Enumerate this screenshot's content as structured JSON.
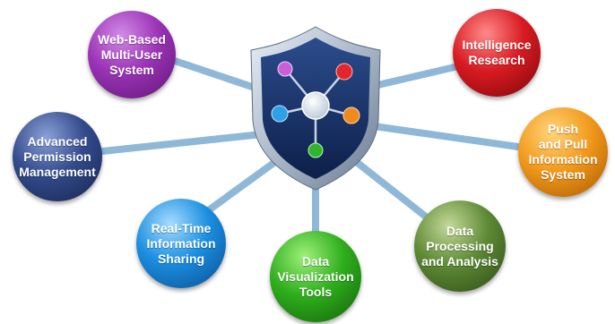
{
  "hub": {
    "icon": "network-shield-icon",
    "node_colors": [
      "#c85fd6",
      "#e3262c",
      "#2ea0e8",
      "#f08a1e",
      "#2fb52c",
      "#ffffff"
    ]
  },
  "nodes": [
    {
      "id": "web-based-multi-user-system",
      "label": "Web-Based\nMulti-User\nSystem",
      "color": "#9b33b6"
    },
    {
      "id": "intelligence-research",
      "label": "Intelligence\nResearch",
      "color": "#d91b22"
    },
    {
      "id": "advanced-permission-management",
      "label": "Advanced\nPermission\nManagement",
      "color": "#334b8c"
    },
    {
      "id": "push-and-pull-information-system",
      "label": "Push\nand Pull\nInformation\nSystem",
      "color": "#f29a1c"
    },
    {
      "id": "real-time-information-sharing",
      "label": "Real-Time\nInformation\nSharing",
      "color": "#1b8fe0"
    },
    {
      "id": "data-visualization-tools",
      "label": "Data\nVisualization\nTools",
      "color": "#2fae1d"
    },
    {
      "id": "data-processing-and-analysis",
      "label": "Data\nProcessing\nand Analysis",
      "color": "#5e8a35"
    }
  ],
  "connector_color": "#8fb8d8"
}
